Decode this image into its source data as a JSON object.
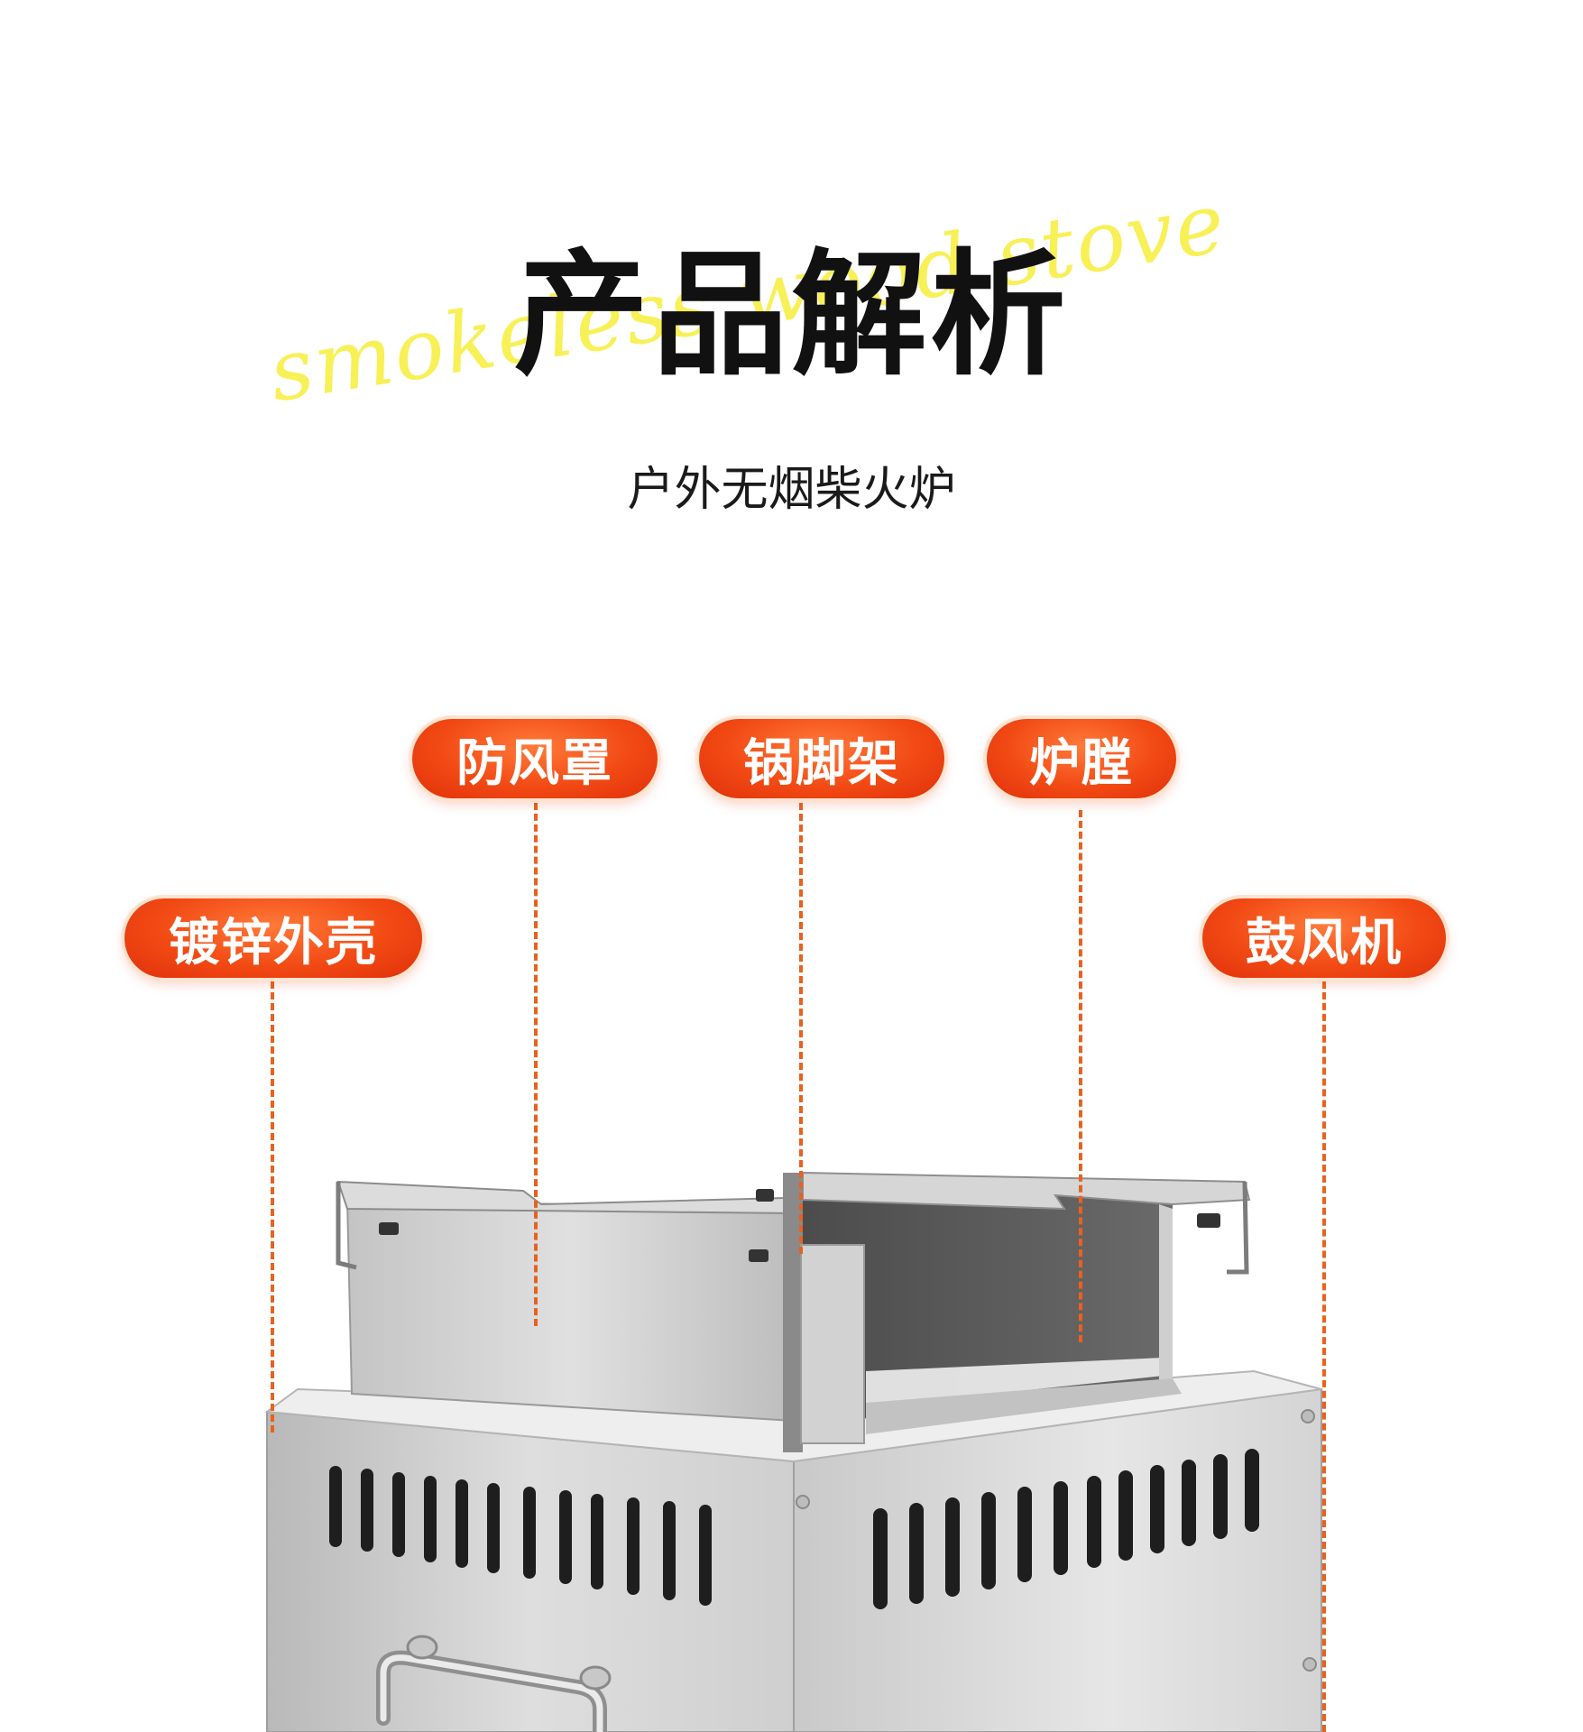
{
  "header": {
    "title": "产品解析",
    "script_text": "smokeless wood stove",
    "subtitle": "户外无烟柴火炉"
  },
  "labels": {
    "windshield": "防风罩",
    "pot_stand": "锅脚架",
    "furnace_chamber": "炉膛",
    "galvanized_shell": "镀锌外壳",
    "blower": "鼓风机"
  },
  "colors": {
    "accent": "#f24a14",
    "dashed_line": "#e8621e",
    "script_yellow": "#f7ee3a"
  }
}
